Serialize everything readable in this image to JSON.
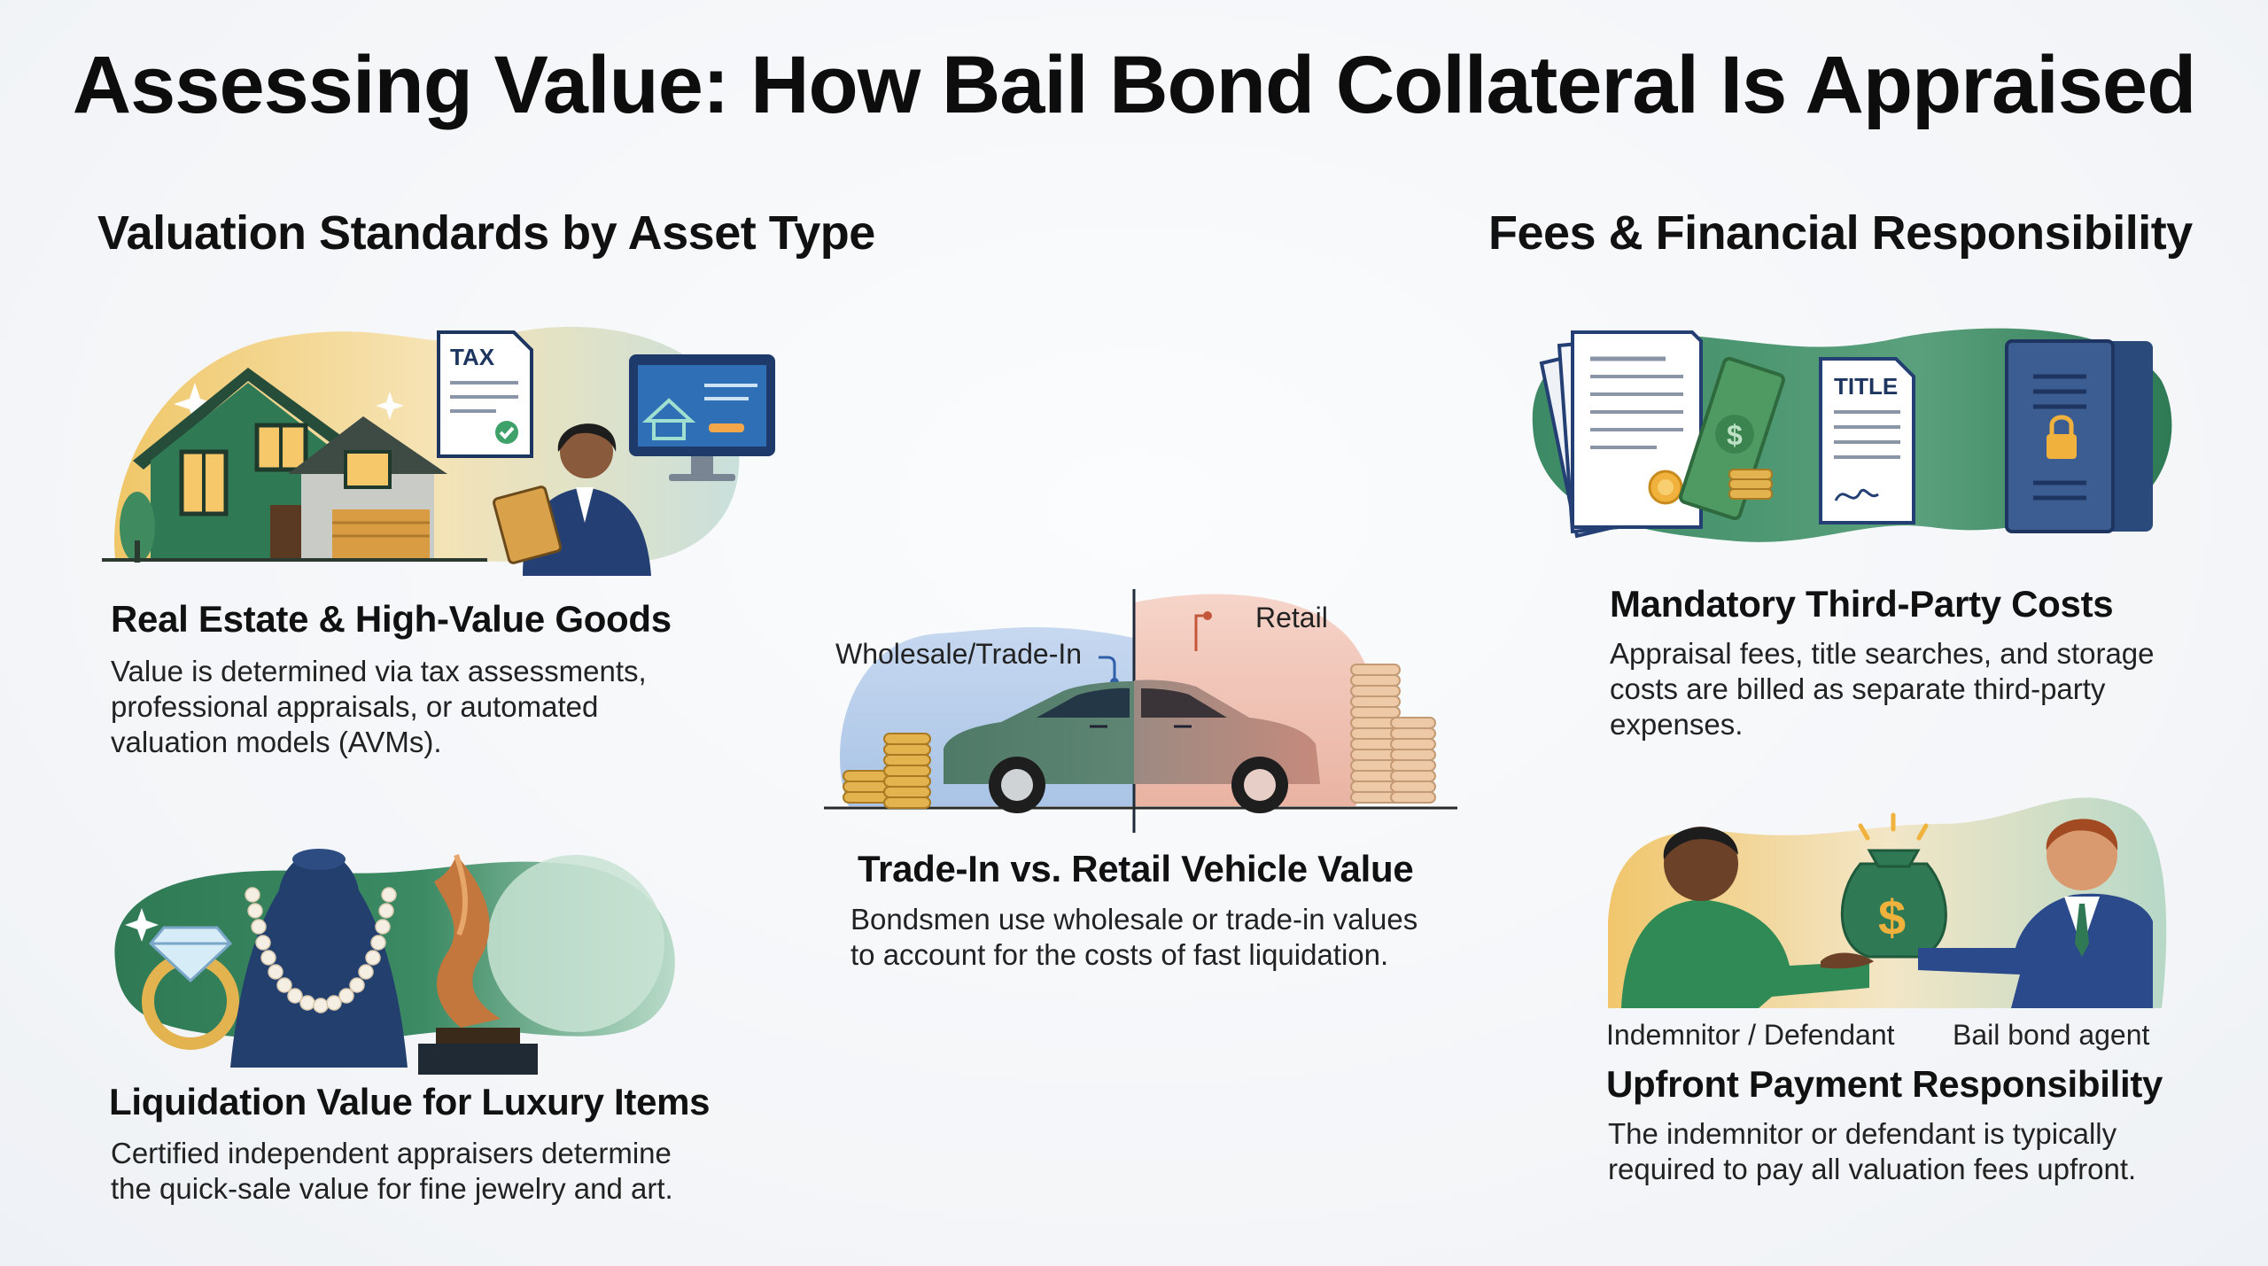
{
  "title": "Assessing Value: How Bail Bond Collateral Is Appraised",
  "sections": {
    "left_heading": "Valuation Standards by Asset Type",
    "right_heading": "Fees & Financial Responsibility"
  },
  "cards": {
    "real_estate": {
      "heading": "Real Estate & High-Value Goods",
      "lines": [
        "Value is determined via tax assessments,",
        "professional appraisals, or automated",
        "valuation models (AVMs)."
      ],
      "tax_doc_label": "TAX",
      "icons": [
        "house-icon",
        "tax-document-icon",
        "appraiser-icon",
        "avm-monitor-icon"
      ]
    },
    "luxury": {
      "heading": "Liquidation Value for Luxury Items",
      "lines": [
        "Certified independent appraisers determine",
        "the quick-sale value for fine jewelry and art."
      ],
      "icons": [
        "diamond-ring-icon",
        "pearl-necklace-icon",
        "sculpture-icon"
      ]
    },
    "vehicle": {
      "heading": "Trade-In vs. Retail Vehicle Value",
      "lines": [
        "Bondsmen use wholesale or trade-in values",
        "to account for the costs of fast liquidation."
      ],
      "label_wholesale": "Wholesale/Trade-In",
      "label_retail": "Retail",
      "icons": [
        "car-icon",
        "coin-stack-icon"
      ]
    },
    "third_party": {
      "heading": "Mandatory Third-Party Costs",
      "lines": [
        "Appraisal fees, title searches, and storage",
        "costs are billed as separate third-party",
        "expenses."
      ],
      "title_doc_label": "TITLE",
      "icons": [
        "documents-icon",
        "cash-icon",
        "title-document-icon",
        "safe-icon"
      ]
    },
    "upfront": {
      "heading": "Upfront Payment Responsibility",
      "lines": [
        "The indemnitor or defendant is typically",
        "required to pay all valuation fees upfront."
      ],
      "label_left": "Indemnitor / Defendant",
      "label_right": "Bail bond agent",
      "icons": [
        "indemnitor-icon",
        "money-bag-icon",
        "agent-icon"
      ]
    }
  },
  "colors": {
    "green": "#2f7a55",
    "navy": "#243f73",
    "gold": "#e3b34f",
    "blue_wash": "#a9c4e6",
    "red_wash": "#eab3a2"
  }
}
